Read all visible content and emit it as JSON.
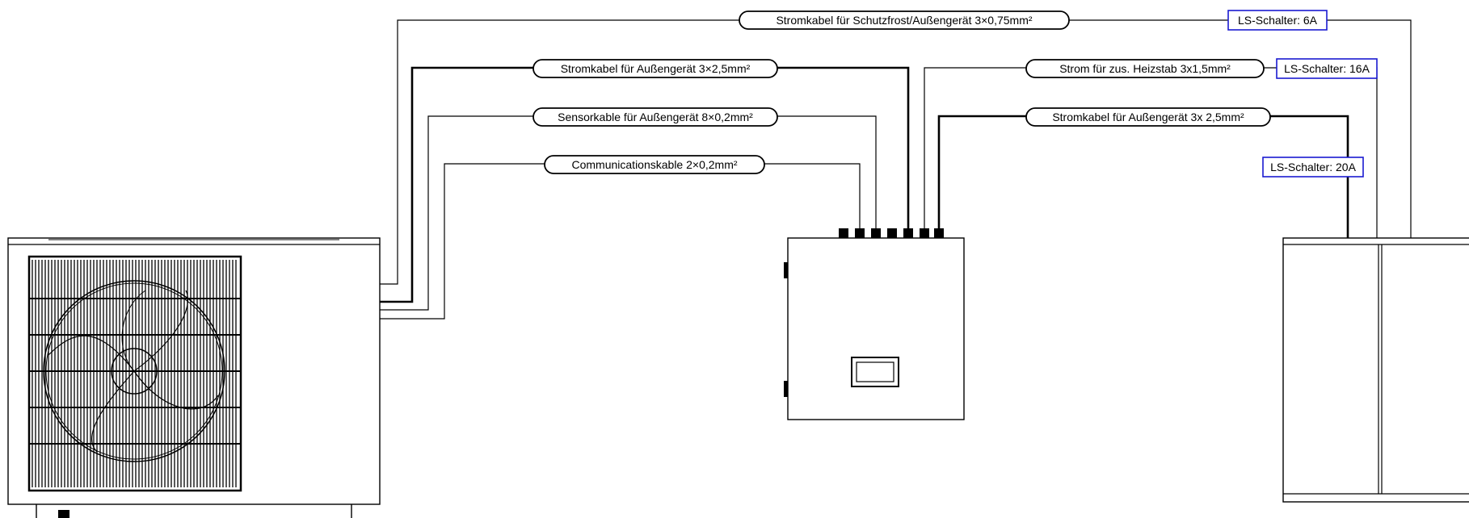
{
  "cables": {
    "frost_power": "Stromkabel für Schutzfrost/Außengerät 3×0,75mm²",
    "outdoor_power": "Stromkabel für Außengerät 3×2,5mm²",
    "sensor": "Sensorkable für Außengerät 8×0,2mm²",
    "communication": "Communicationskable 2×0,2mm²",
    "heater_power": "Strom für zus. Heizstab 3x1,5mm²",
    "outdoor_power_2": "Stromkabel für Außengerät 3x 2,5mm²"
  },
  "breakers": {
    "b6": "LS-Schalter: 6A",
    "b16": "LS-Schalter: 16A",
    "b20": "LS-Schalter: 20A"
  },
  "colors": {
    "line": "#000000",
    "breaker_border": "#1a1ad0",
    "background": "#ffffff"
  }
}
